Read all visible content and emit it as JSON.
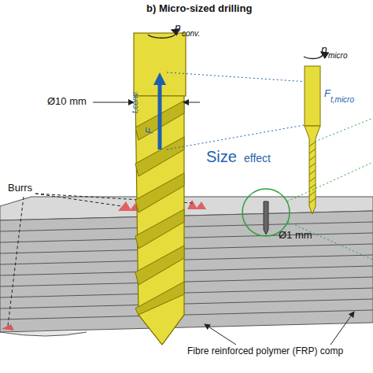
{
  "diagram": {
    "labels": [
      "b) Micro-sized drilling",
      "n",
      "conv.",
      "Ø10 mm",
      "F",
      "t,conv.",
      "Size",
      "effect",
      "n",
      "micro",
      "F",
      "t,micro",
      "Burrs",
      "Ø1 mm",
      "Fibre reinforced polymer (FRP) comp"
    ]
  }
}
